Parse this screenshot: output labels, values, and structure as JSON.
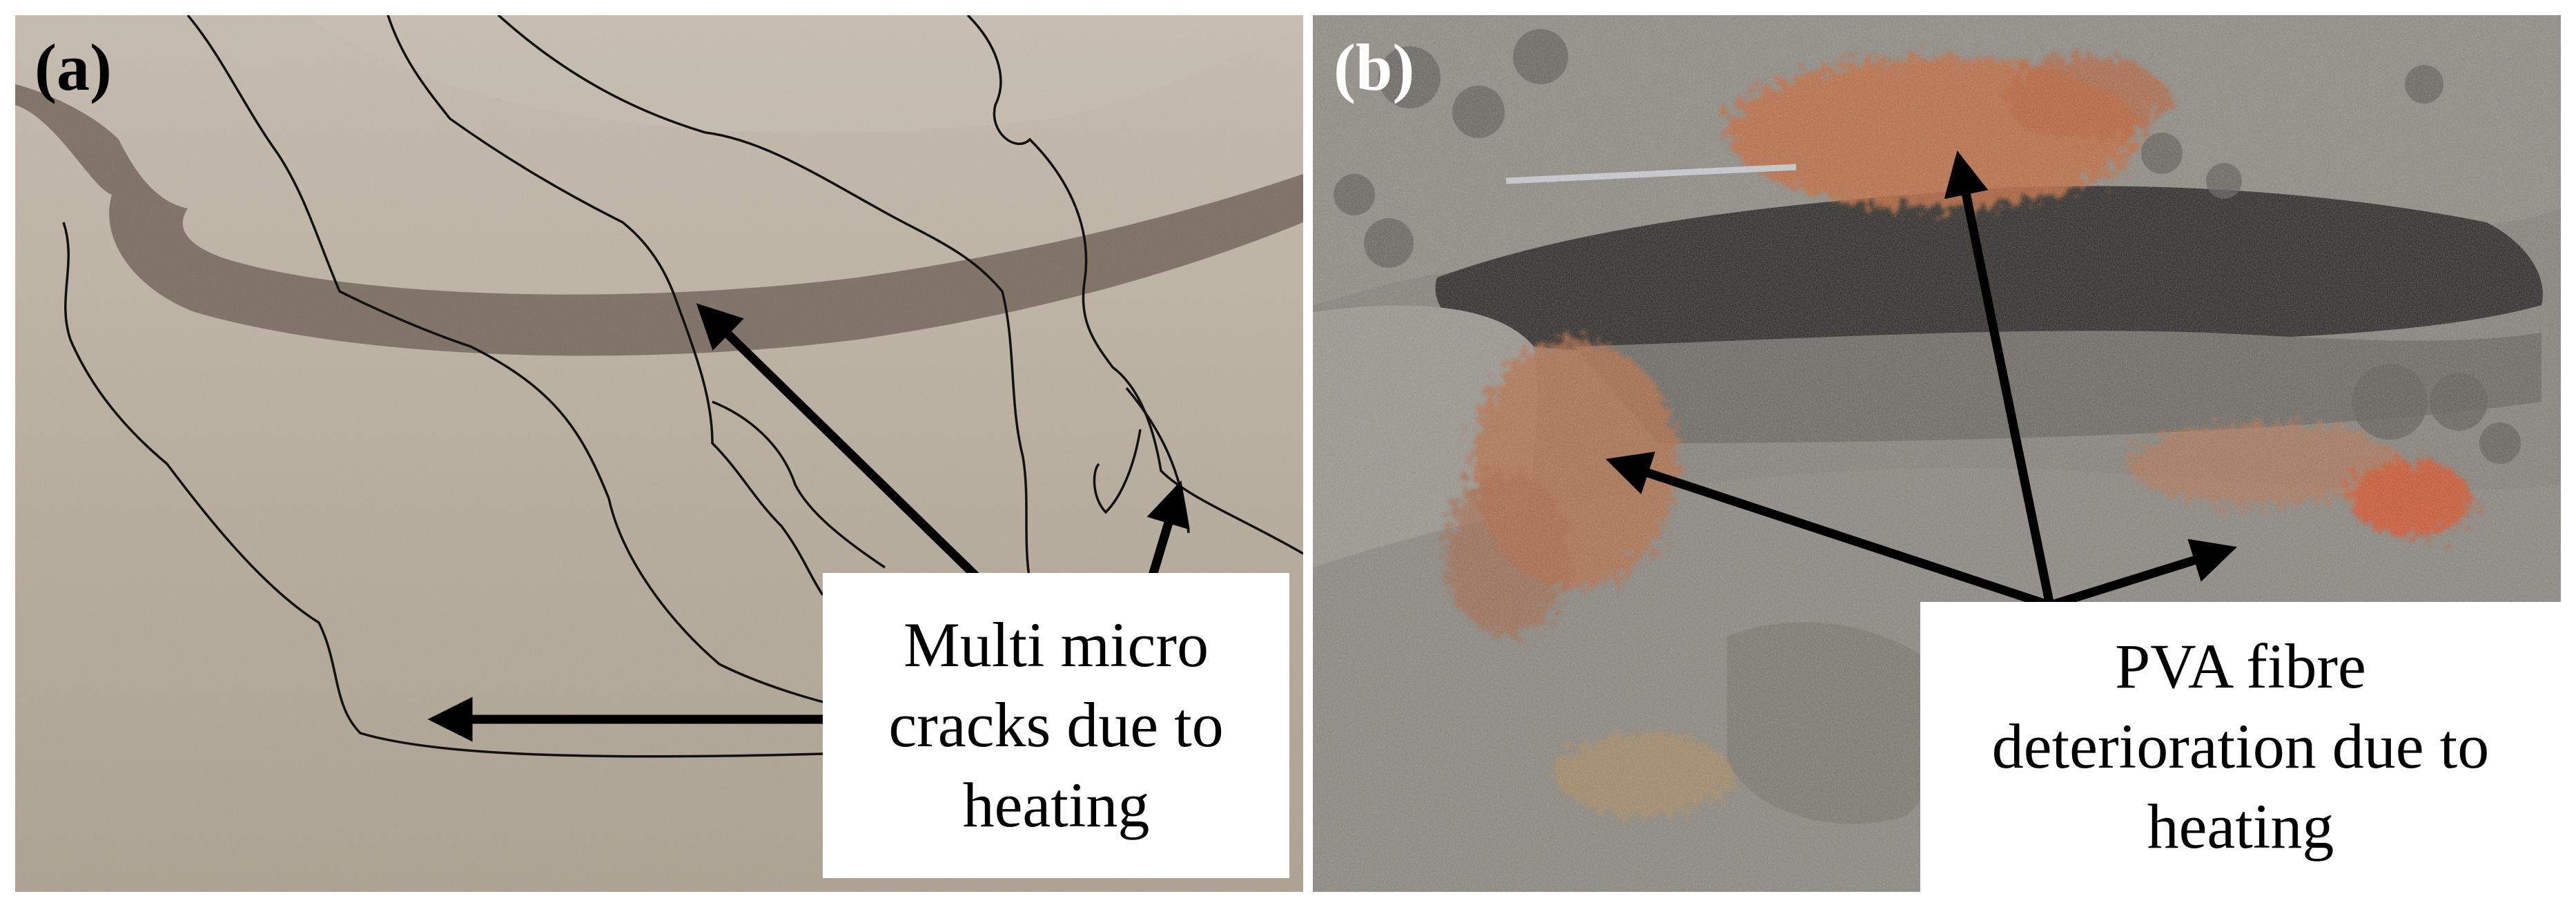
{
  "figure": {
    "panel_a": {
      "label": "(a)",
      "callout_lines": [
        "Multi micro",
        "cracks due to",
        "heating"
      ]
    },
    "panel_b": {
      "label": "(b)",
      "callout_lines": [
        "PVA fibre",
        "deterioration due to",
        "heating"
      ]
    }
  },
  "colors": {
    "concrete_light": "#b8ad9d",
    "heat_stain": "#6e5e52",
    "crack_line": "#111111",
    "fibre_orange": "#c2693a",
    "cavity_dark": "#2a2723"
  }
}
